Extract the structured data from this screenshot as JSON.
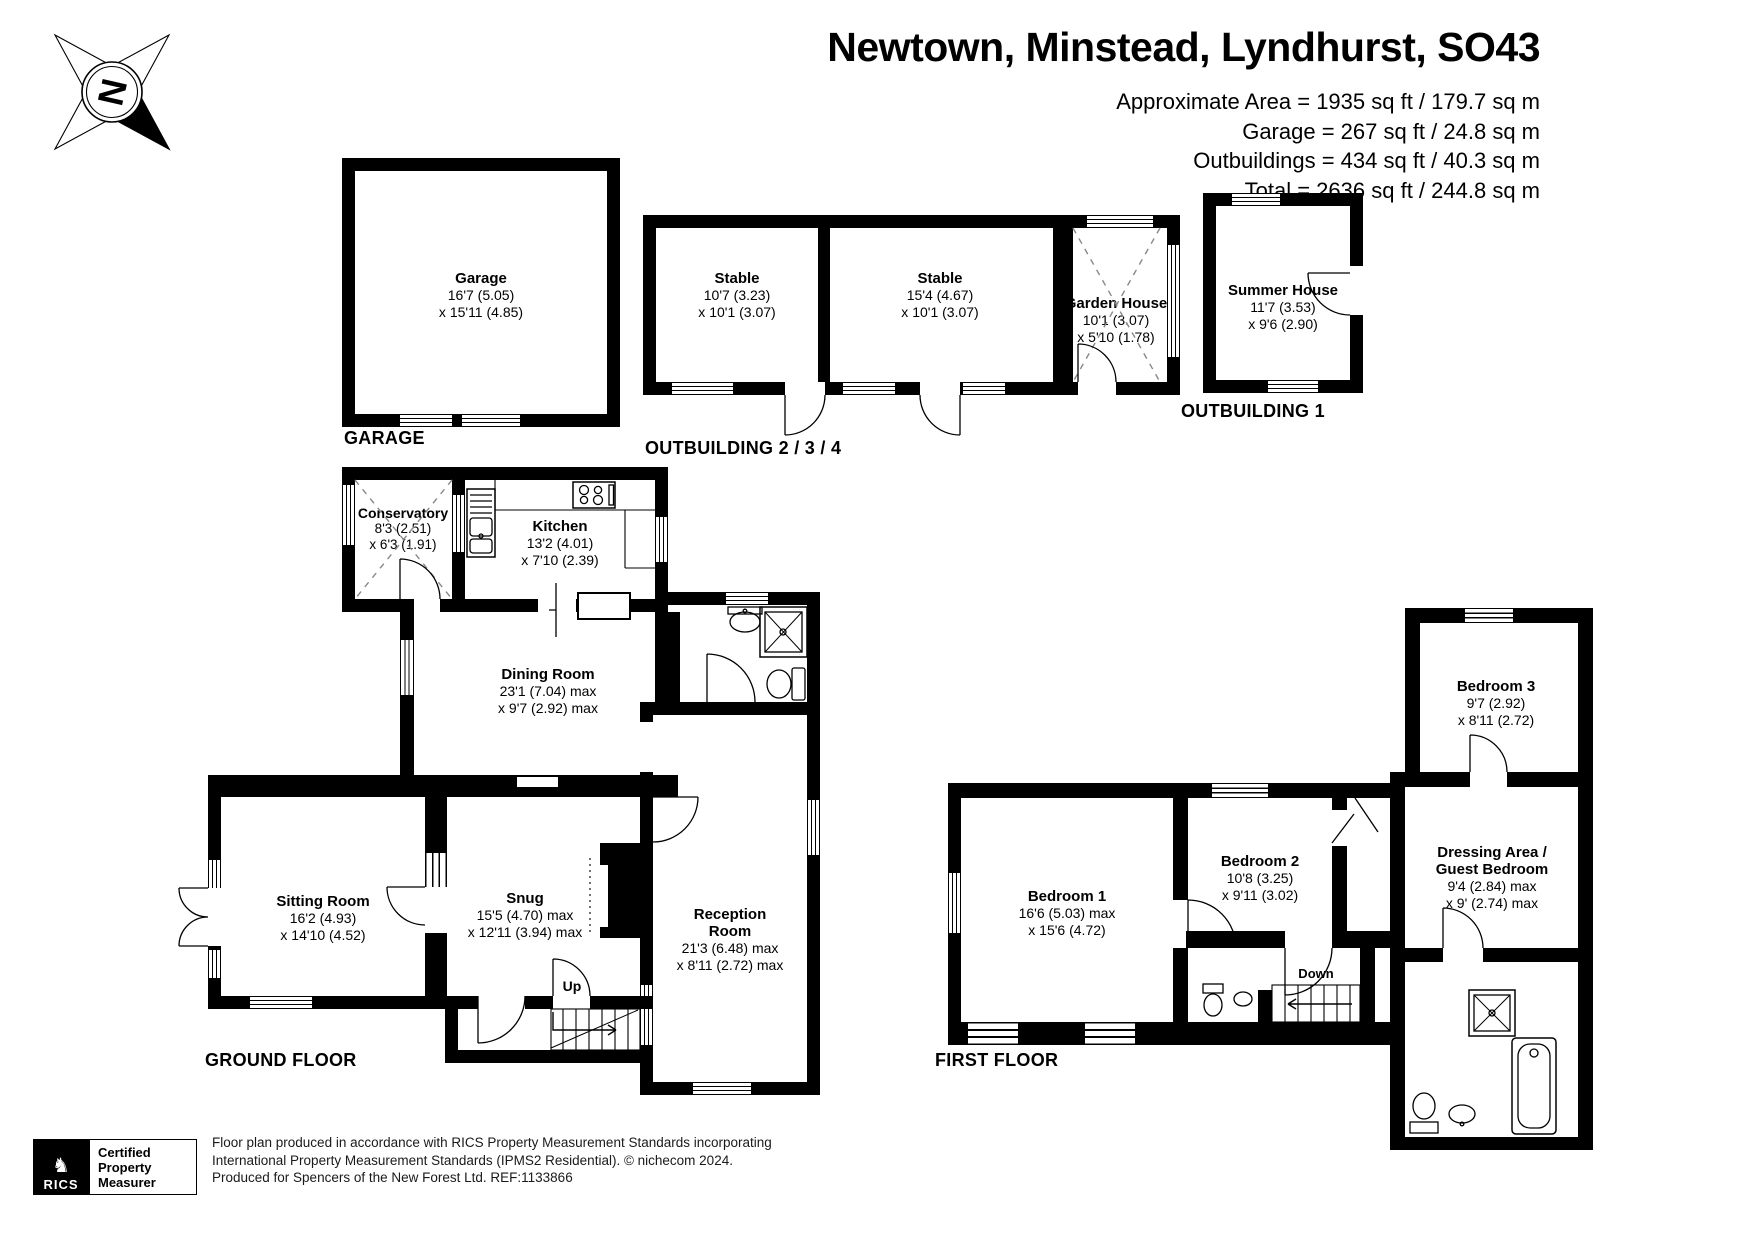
{
  "header": {
    "title": "Newtown, Minstead, Lyndhurst, SO43",
    "area_lines": [
      "Approximate Area = 1935 sq ft / 179.7 sq m",
      "Garage = 267 sq ft / 24.8 sq m",
      "Outbuildings = 434 sq ft / 40.3 sq m",
      "Total = 2636 sq ft / 244.8 sq m"
    ]
  },
  "compass": {
    "north": "N"
  },
  "section_labels": {
    "garage": "GARAGE",
    "outbuilding234": "OUTBUILDING 2 / 3 / 4",
    "outbuilding1": "OUTBUILDING 1",
    "ground_floor": "GROUND FLOOR",
    "first_floor": "FIRST FLOOR"
  },
  "rooms": {
    "garage": {
      "name": "Garage",
      "dims": [
        "16'7 (5.05)",
        "x 15'11 (4.85)"
      ]
    },
    "stable1": {
      "name": "Stable",
      "dims": [
        "10'7 (3.23)",
        "x 10'1 (3.07)"
      ]
    },
    "stable2": {
      "name": "Stable",
      "dims": [
        "15'4 (4.67)",
        "x 10'1 (3.07)"
      ]
    },
    "garden_house": {
      "name": "Garden House",
      "dims": [
        "10'1 (3.07)",
        "x 5'10 (1.78)"
      ]
    },
    "summer_house": {
      "name": "Summer House",
      "dims": [
        "11'7 (3.53)",
        "x 9'6 (2.90)"
      ]
    },
    "conservatory": {
      "name": "Conservatory",
      "dims": [
        "8'3 (2.51)",
        "x 6'3 (1.91)"
      ]
    },
    "kitchen": {
      "name": "Kitchen",
      "dims": [
        "13'2 (4.01)",
        "x 7'10 (2.39)"
      ]
    },
    "dining": {
      "name": "Dining Room",
      "dims": [
        "23'1 (7.04) max",
        "x 9'7 (2.92) max"
      ]
    },
    "sitting": {
      "name": "Sitting Room",
      "dims": [
        "16'2 (4.93)",
        "x 14'10 (4.52)"
      ]
    },
    "snug": {
      "name": "Snug",
      "dims": [
        "15'5 (4.70) max",
        "x 12'11 (3.94) max"
      ]
    },
    "reception": {
      "name": "Reception",
      "name2": "Room",
      "dims": [
        "21'3 (6.48) max",
        "x 8'11 (2.72) max"
      ]
    },
    "bedroom1": {
      "name": "Bedroom 1",
      "dims": [
        "16'6 (5.03) max",
        "x 15'6 (4.72)"
      ]
    },
    "bedroom2": {
      "name": "Bedroom 2",
      "dims": [
        "10'8 (3.25)",
        "x 9'11 (3.02)"
      ]
    },
    "bedroom3": {
      "name": "Bedroom 3",
      "dims": [
        "9'7 (2.92)",
        "x 8'11 (2.72)"
      ]
    },
    "dressing": {
      "name": "Dressing Area /",
      "name2": "Guest Bedroom",
      "dims": [
        "9'4 (2.84) max",
        "x 9' (2.74) max"
      ]
    }
  },
  "stairs": {
    "up": "Up",
    "down": "Down"
  },
  "footer": {
    "rics_name": "RICS",
    "badge_lines": [
      "Certified",
      "Property",
      "Measurer"
    ],
    "line1": "Floor plan produced in accordance with RICS Property Measurement Standards incorporating",
    "line2": "International Property Measurement Standards (IPMS2 Residential).   © nichecom 2024.",
    "line3": "Produced for Spencers of the New Forest Ltd.   REF:1133866"
  }
}
